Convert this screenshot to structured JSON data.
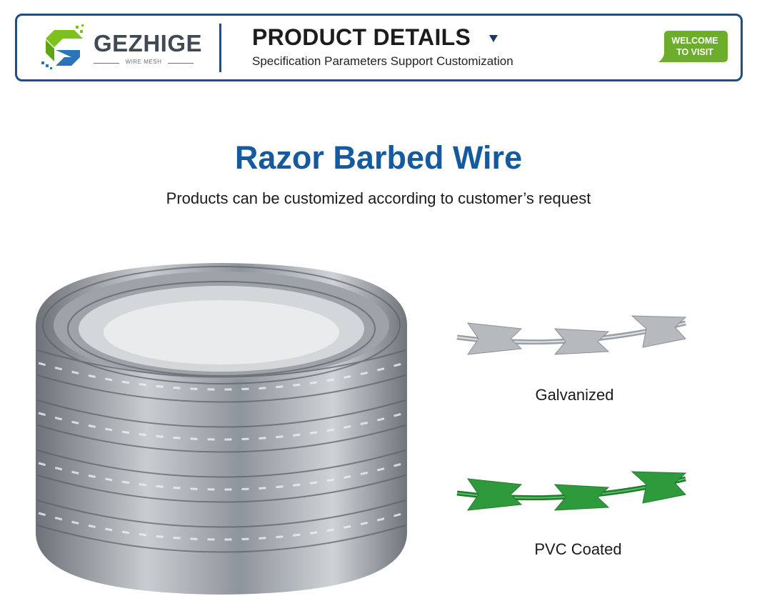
{
  "header": {
    "brand_name": "GEZHIGE",
    "brand_sub": "WIRE MESH",
    "title": "PRODUCT DETAILS",
    "caret_icon": "caret-down-icon",
    "subtitle": "Specification Parameters Support Customization",
    "welcome_line1": "WELCOME",
    "welcome_line2": "TO VISIT"
  },
  "colors": {
    "border_blue": "#1b4f86",
    "title_blue": "#155a9e",
    "logo_green": "#7dc11c",
    "logo_blue": "#2d73b8",
    "badge_green": "#6cae2b",
    "pvc_green": "#2f9a3c",
    "galvanized": "#b6babf"
  },
  "main": {
    "title": "Razor Barbed Wire",
    "subtitle": "Products can be customized according to customer’s request"
  },
  "variants": [
    {
      "label": "Galvanized"
    },
    {
      "label": "PVC Coated"
    }
  ]
}
